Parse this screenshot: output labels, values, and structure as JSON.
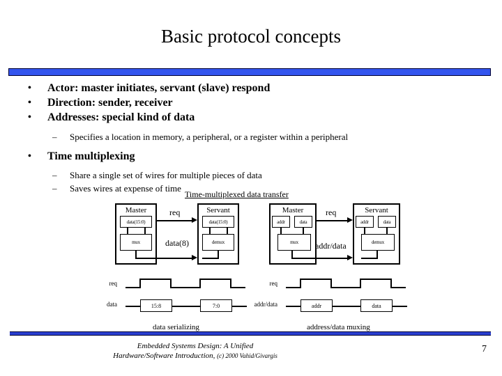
{
  "slide": {
    "title": "Basic protocol concepts",
    "page_number": "7"
  },
  "colors": {
    "bar_fill": "#3355ee",
    "bar_border": "#000033",
    "bottom_bar_fill": "#2a3fd0",
    "text": "#000000",
    "background": "#ffffff"
  },
  "bullets": [
    {
      "level": 1,
      "marker": "•",
      "text": "Actor: master initiates, servant (slave) respond"
    },
    {
      "level": 1,
      "marker": "•",
      "text": "Direction: sender, receiver"
    },
    {
      "level": 1,
      "marker": "•",
      "text": "Addresses: special kind of data"
    },
    {
      "level": 2,
      "marker": "–",
      "text": "Specifies a location in memory, a peripheral, or a register within a peripheral"
    },
    {
      "level": 1,
      "marker": "•",
      "text": "Time multiplexing"
    },
    {
      "level": 2,
      "marker": "–",
      "text": "Share a single set of wires for multiple pieces of data"
    },
    {
      "level": 2,
      "marker": "–",
      "text": "Saves wires at expense of time"
    }
  ],
  "figure": {
    "caption": "Time-multiplexed data transfer",
    "left": {
      "sub_caption": "data serializing",
      "master": {
        "title": "Master",
        "data_register": "data(15:0)",
        "mux": "mux"
      },
      "servant": {
        "title": "Servant",
        "data_register": "data(15:0)",
        "demux": "demux"
      },
      "signals": {
        "req": "req",
        "bus": "data(8)"
      },
      "timing": {
        "req_label": "req",
        "data_label": "data",
        "data_values": [
          "15:8",
          "7:0"
        ]
      }
    },
    "right": {
      "sub_caption": "address/data muxing",
      "master": {
        "title": "Master",
        "addr_register": "addr",
        "data_register": "data",
        "mux": "mux"
      },
      "servant": {
        "title": "Servant",
        "addr_register": "addr",
        "data_register": "data",
        "demux": "demux"
      },
      "signals": {
        "req": "req",
        "bus": "addr/data"
      },
      "timing": {
        "req_label": "req",
        "data_label": "addr/data",
        "data_values": [
          "addr",
          "data"
        ]
      }
    }
  },
  "footer": {
    "line1": "Embedded Systems Design: A Unified",
    "line2": "Hardware/Software Introduction,",
    "copyright": "(c) 2000 Vahid/Givargis"
  }
}
